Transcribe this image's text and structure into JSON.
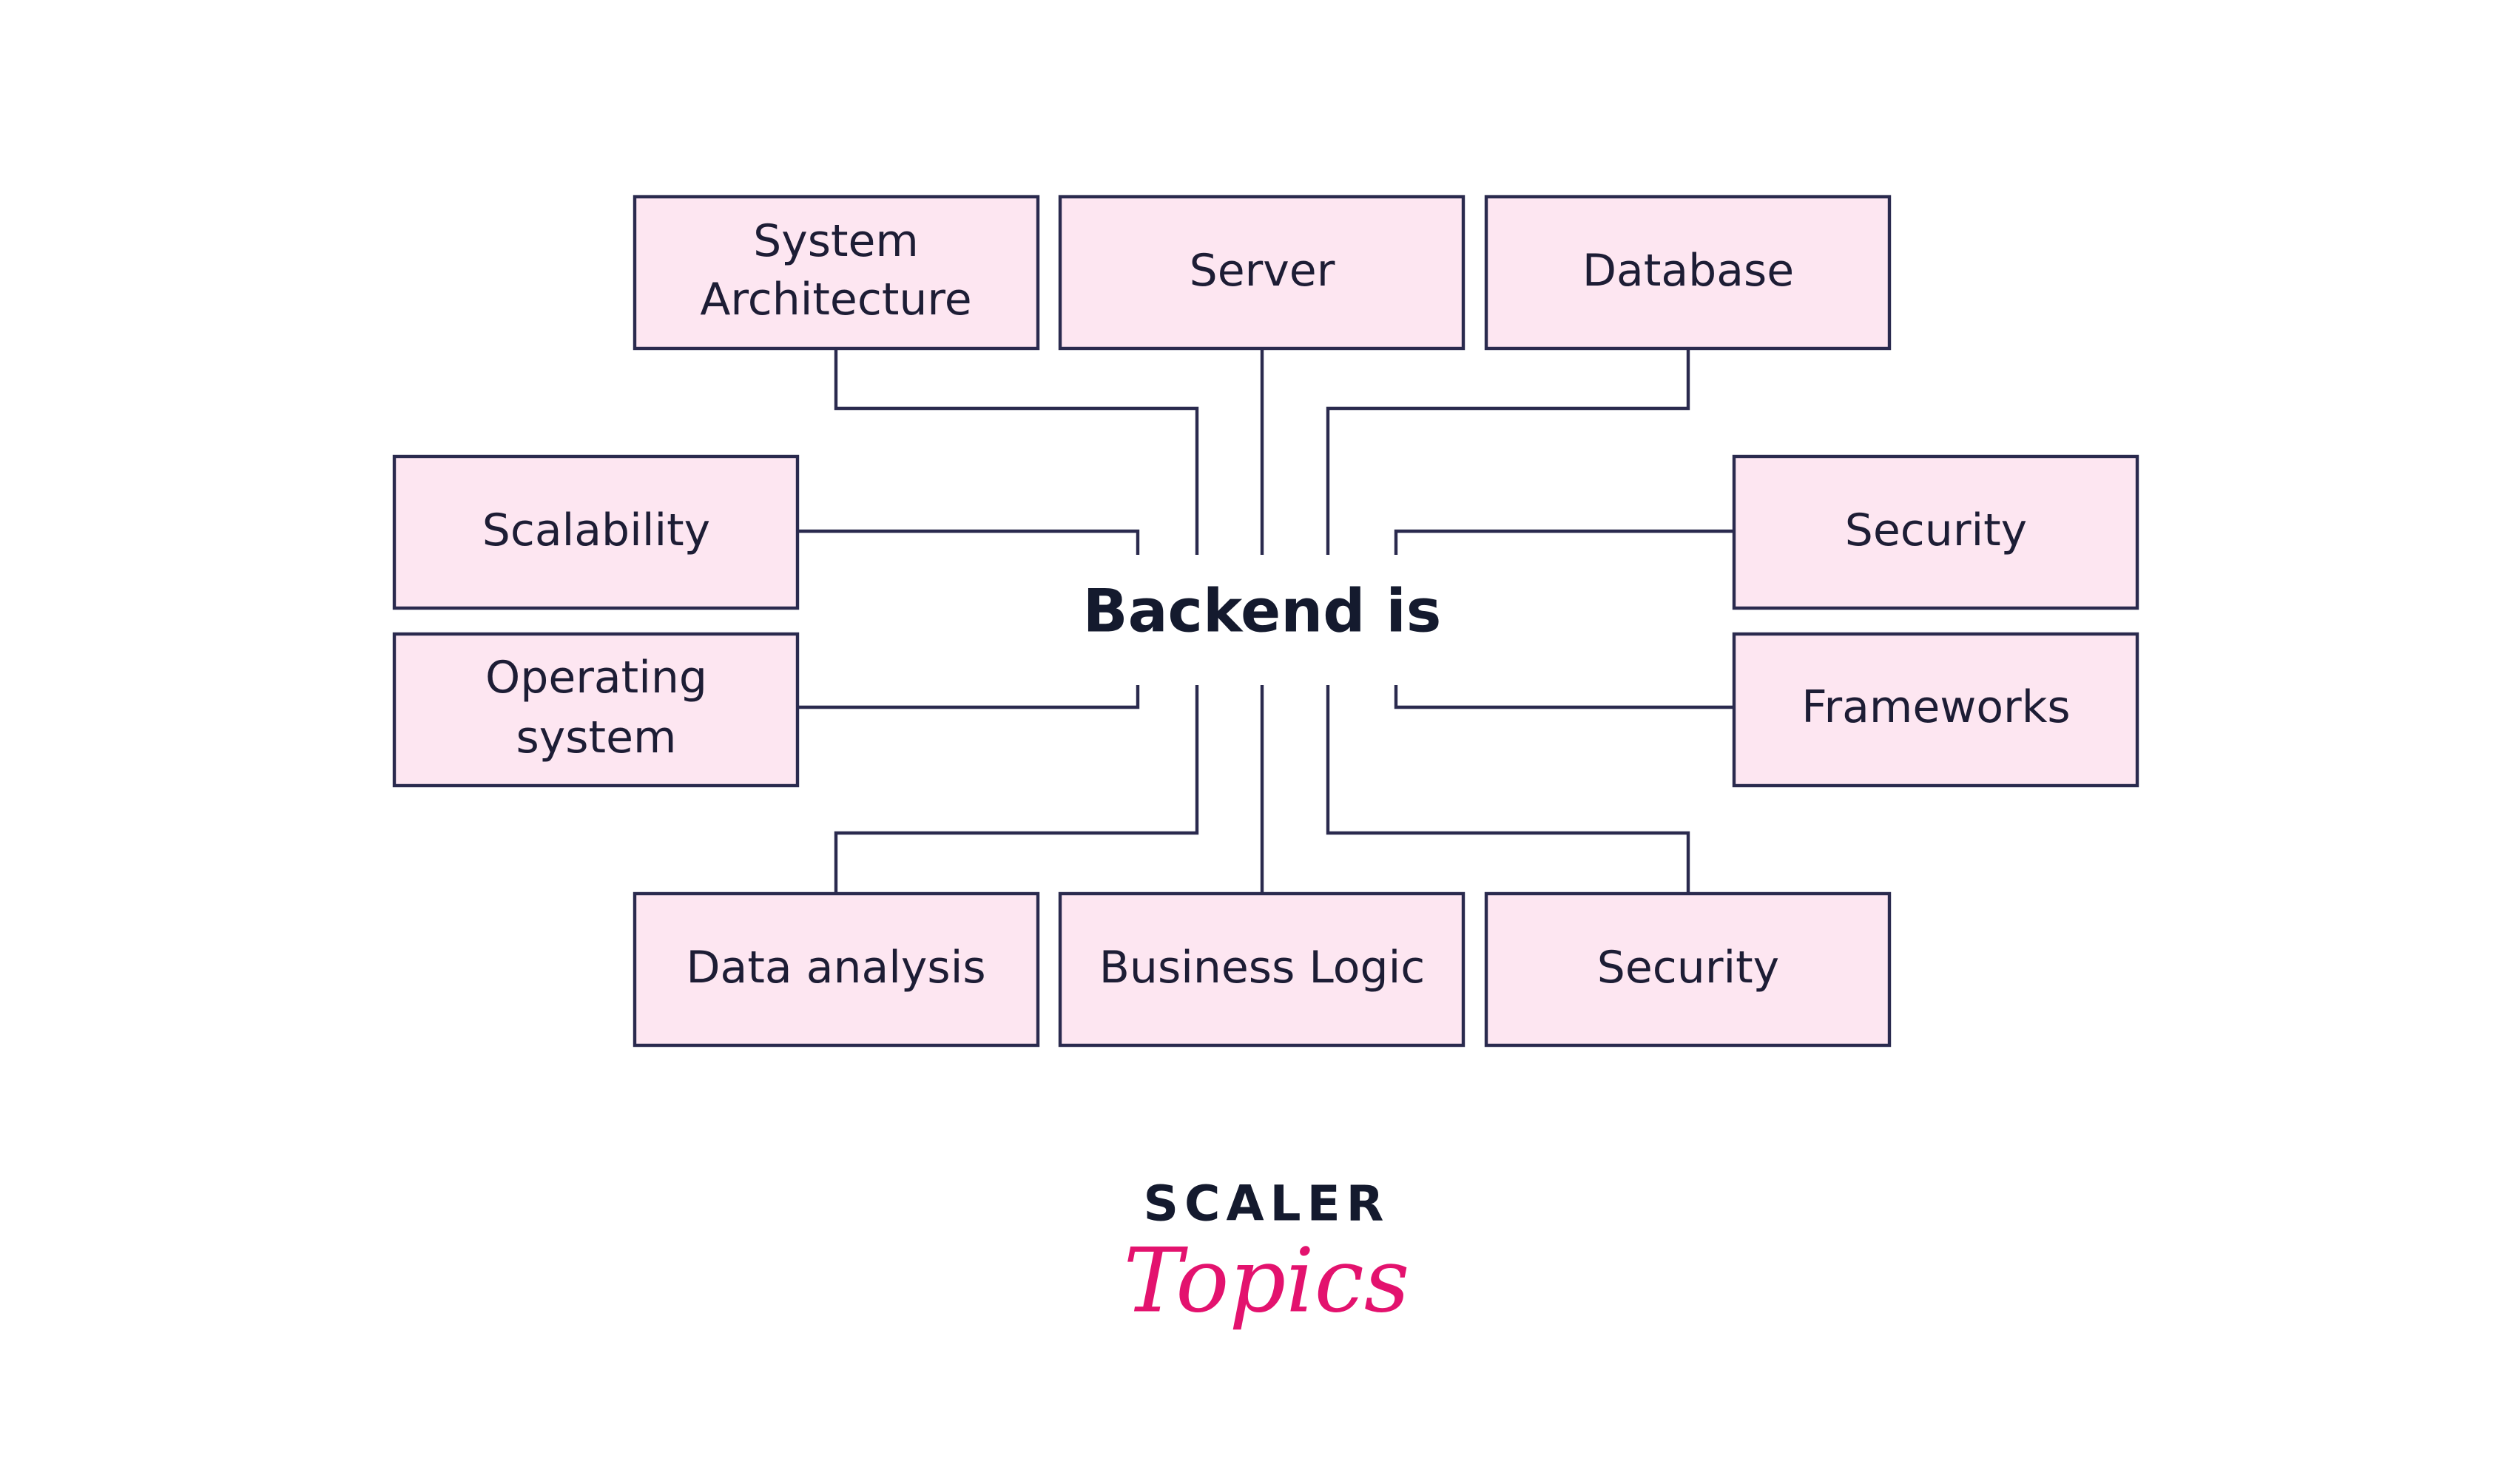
{
  "diagram": {
    "center": "Backend is",
    "nodes": [
      {
        "id": "system-architecture",
        "lines": [
          "System",
          "Architecture"
        ]
      },
      {
        "id": "server",
        "lines": [
          "Server"
        ]
      },
      {
        "id": "database",
        "lines": [
          "Database"
        ]
      },
      {
        "id": "scalability",
        "lines": [
          "Scalability"
        ]
      },
      {
        "id": "security-right-top",
        "lines": [
          "Security"
        ]
      },
      {
        "id": "operating-system",
        "lines": [
          "Operating",
          "system"
        ]
      },
      {
        "id": "frameworks",
        "lines": [
          "Frameworks"
        ]
      },
      {
        "id": "data-analysis",
        "lines": [
          "Data analysis"
        ]
      },
      {
        "id": "business-logic",
        "lines": [
          "Business Logic"
        ]
      },
      {
        "id": "security-bottom",
        "lines": [
          "Security"
        ]
      }
    ],
    "colors": {
      "box_fill": "#fde6f1",
      "box_stroke": "#2a2a4e",
      "text": "#1d1d35",
      "logo_accent": "#e3126e"
    }
  },
  "logo": {
    "top": "SCALER",
    "bottom": "Topics"
  }
}
